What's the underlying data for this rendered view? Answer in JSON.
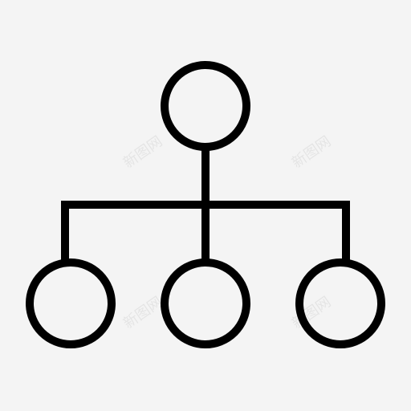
{
  "icon": {
    "name": "org-chart-hierarchy-icon",
    "stroke_color": "#000000",
    "background_color": "#f4f4f4",
    "levels": [
      {
        "level": 1,
        "nodes": 1
      },
      {
        "level": 2,
        "nodes": 3
      }
    ]
  },
  "watermark": {
    "text": "新图网"
  }
}
